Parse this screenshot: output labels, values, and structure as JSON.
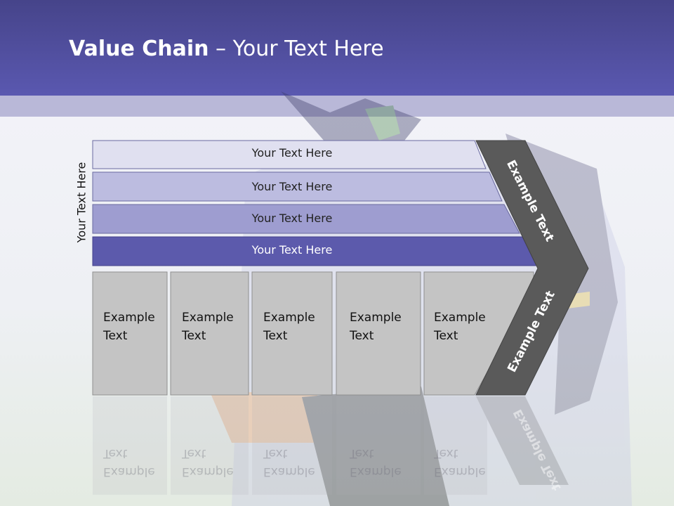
{
  "title": {
    "bold": "Value Chain",
    "rest": " – Your Text Here"
  },
  "side_label": "Your Text Here",
  "bars": [
    "Your Text Here",
    "Your Text Here",
    "Your Text Here",
    "Your Text Here"
  ],
  "bar_colors": [
    "#e0e0f0",
    "#bcbce0",
    "#9e9dd0",
    "#5c5aac"
  ],
  "boxes": [
    {
      "line1": "Example",
      "line2": "Text"
    },
    {
      "line1": "Example",
      "line2": "Text"
    },
    {
      "line1": "Example",
      "line2": "Text"
    },
    {
      "line1": "Example",
      "line2": "Text"
    },
    {
      "line1": "Example",
      "line2": "Text"
    }
  ],
  "chevron": {
    "upper": "Example Text",
    "lower": "Example Text",
    "color": "#5a5a5a"
  }
}
